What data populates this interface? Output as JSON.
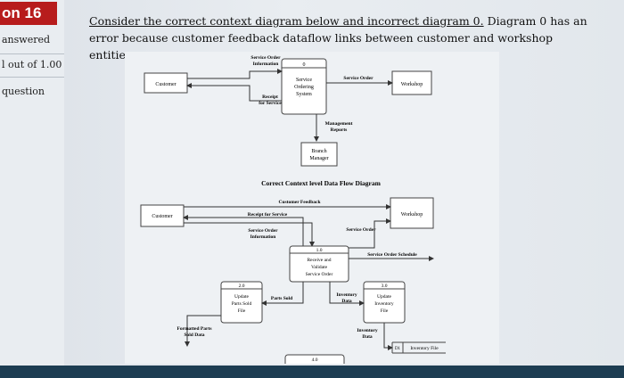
{
  "sidebar": {
    "question_number": "on 16",
    "status": "answered",
    "marks": "l out of 1.00",
    "flag": "question"
  },
  "question": {
    "title": "Consider the correct context diagram below and incorrect diagram 0.",
    "body": " Diagram 0 has an error because customer feedback dataflow links between customer and workshop entities."
  },
  "diagram_top": {
    "customer": "Customer",
    "system_id": "0",
    "system": [
      "Service",
      "Ordering",
      "System"
    ],
    "workshop": "Workshop",
    "service_order_info": [
      "Service Order",
      "Information"
    ],
    "service_order": "Service Order",
    "receipt": [
      "Receipt",
      "for Service"
    ],
    "management_reports": [
      "Management",
      "Reports"
    ],
    "branch_manager": [
      "Branch",
      "Manager"
    ]
  },
  "diagram_bottom": {
    "title": "Correct Context level Data Flow Diagram",
    "customer_feedback": "Customer Feedback",
    "customer": "Customer",
    "workshop": "Workshop",
    "receipt": "Receipt for Service",
    "service_order_info": [
      "Service Order",
      "Information"
    ],
    "service_order": "Service Order",
    "process1_id": "1.0",
    "process1": [
      "Receive and",
      "Validate",
      "Service Order"
    ],
    "service_order_schedule": "Service Order Schedule",
    "process2_id": "2.0",
    "process2": [
      "Update",
      "Parts Sold",
      "File"
    ],
    "parts_sold": "Parts Sold",
    "inventory_data": [
      "Inventory",
      "Data"
    ],
    "process3_id": "3.0",
    "process3": [
      "Update",
      "Inventory",
      "File"
    ],
    "formatted_parts": [
      "Formatted Parts",
      "Sold Data"
    ],
    "inventory_data2": [
      "Inventory",
      "Data"
    ],
    "store_id": "D1",
    "inventory_file": "Inventory File",
    "process4_id": "4.0"
  }
}
